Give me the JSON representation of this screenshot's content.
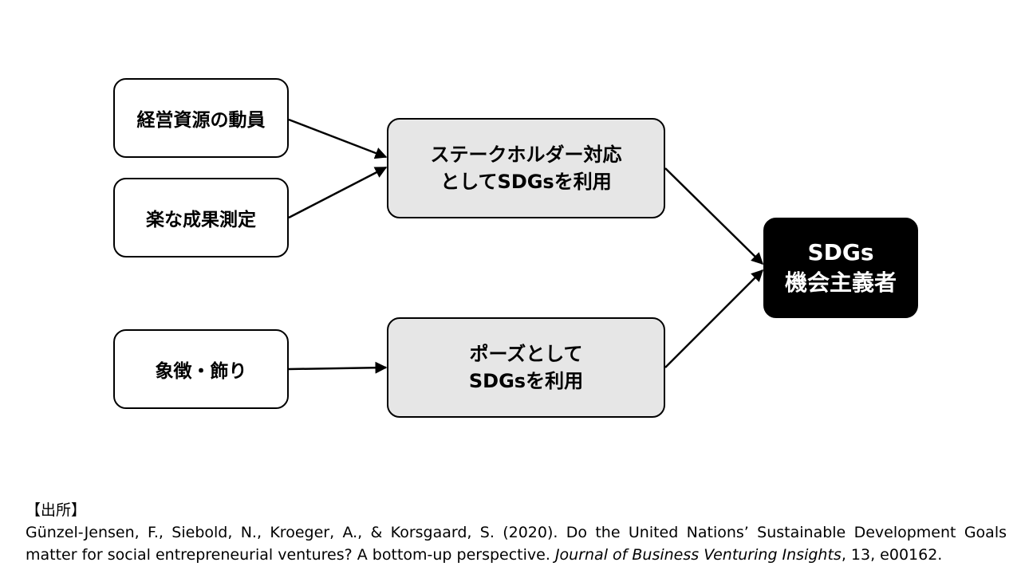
{
  "diagram": {
    "inputs": [
      {
        "label": "経営資源の動員"
      },
      {
        "label": "楽な成果測定"
      },
      {
        "label": "象徴・飾り"
      }
    ],
    "middle": [
      {
        "lines": [
          "ステークホルダー対応",
          "としてSDGsを利用"
        ]
      },
      {
        "lines": [
          "ポーズとして",
          "SDGsを利用"
        ]
      }
    ],
    "result": {
      "lines": [
        "SDGs",
        "機会主義者"
      ]
    }
  },
  "source": {
    "heading": "【出所】",
    "citation_pre": "Günzel-Jensen, F., Siebold, N., Kroeger, A., & Korsgaard, S. (2020). Do the United Nations’ Sustainable Development Goals matter for social entrepreneurial ventures? A bottom-up perspective. ",
    "journal": "Journal of Business Venturing Insights",
    "citation_post": ", 13, e00162."
  }
}
